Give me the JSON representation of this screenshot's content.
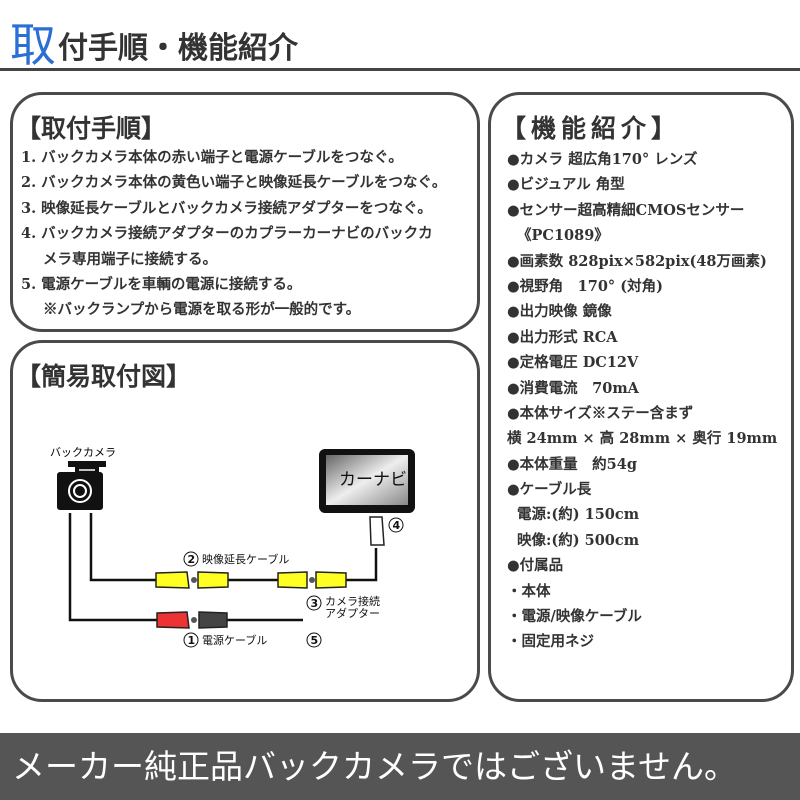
{
  "header": {
    "title_first": "取",
    "title_rest": "付手順・機能紹介"
  },
  "install": {
    "title": "【取付手順】",
    "steps": [
      "1. バックカメラ本体の赤い端子と電源ケーブルをつなぐ。",
      "2. バックカメラ本体の黄色い端子と映像延長ケーブルをつなぐ。",
      "3. 映像延長ケーブルとバックカメラ接続アダプターをつなぐ。",
      "4. バックカメラ接続アダプターのカプラーカーナビのバックカ",
      "メラ専用端子に接続する。",
      "5. 電源ケーブルを車輌の電源に接続する。",
      "※バックランプから電源を取る形が一般的です。"
    ]
  },
  "diagram": {
    "title": "【簡易取付図】",
    "camera_label": "バックカメラ",
    "navi_label": "カーナビ",
    "label_1": "電源ケーブル",
    "label_2": "映像延長ケーブル",
    "label_3a": "カメラ接続",
    "label_3b": "アダプター",
    "num_1": "1",
    "num_2": "2",
    "num_3": "3",
    "num_4": "4",
    "num_5": "5",
    "colors": {
      "yellow": "#ffff22",
      "red": "#ee3333",
      "gray": "#444444"
    }
  },
  "features": {
    "title": "【機能紹介】",
    "lines": [
      "●カメラ 超広角170° レンズ",
      "●ビジュアル 角型",
      "●センサー超高精細CMOSセンサー",
      "《PC1089》",
      "●画素数 828pix×582pix(48万画素)",
      "●視野角　170° (対角)",
      "●出力映像 鏡像",
      "●出力形式 RCA",
      "●定格電圧 DC12V",
      "●消費電流　70mA",
      "●本体サイズ※ステー含まず",
      "横 24mm × 高 28mm × 奥行 19mm",
      "●本体重量　約54g",
      "●ケーブル長",
      "電源:(約) 150cm",
      "映像:(約) 500cm",
      "●付属品",
      "・本体",
      "・電源/映像ケーブル",
      "・固定用ネジ"
    ]
  },
  "banner": {
    "text": "メーカー純正品バックカメラではございません。"
  }
}
